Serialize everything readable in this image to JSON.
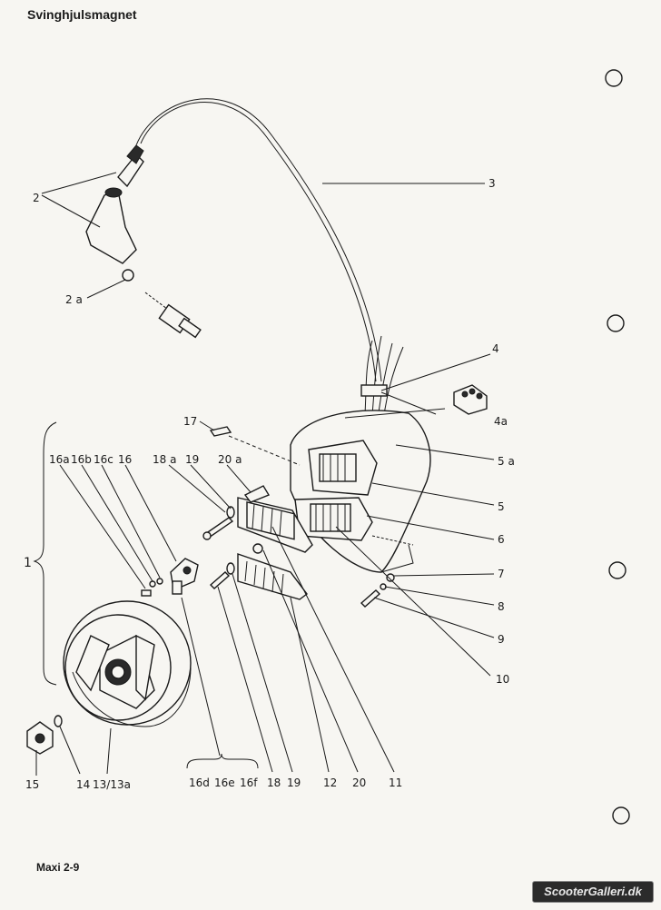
{
  "page": {
    "title": "Svinghjulsmagnet",
    "footer": "Maxi 2-9",
    "watermark": "ScooterGalleri.dk"
  },
  "labels": {
    "l2": "2",
    "l2a": "2 a",
    "l3": "3",
    "l4": "4",
    "l4a": "4a",
    "l5a": "5 a",
    "l5": "5",
    "l6": "6",
    "l7": "7",
    "l8": "8",
    "l9": "9",
    "l10": "10",
    "l17": "17",
    "l16a": "16a",
    "l16b": "16b",
    "l16c": "16c",
    "l16": "16",
    "l18a": "18 a",
    "l19top": "19",
    "l20a": "20 a",
    "l1": "1",
    "l15": "15",
    "l14": "14",
    "l13": "13/13a",
    "l16d": "16d",
    "l16e": "16e",
    "l16f": "16f",
    "l18": "18",
    "l19": "19",
    "l12": "12",
    "l20": "20",
    "l11": "11"
  }
}
